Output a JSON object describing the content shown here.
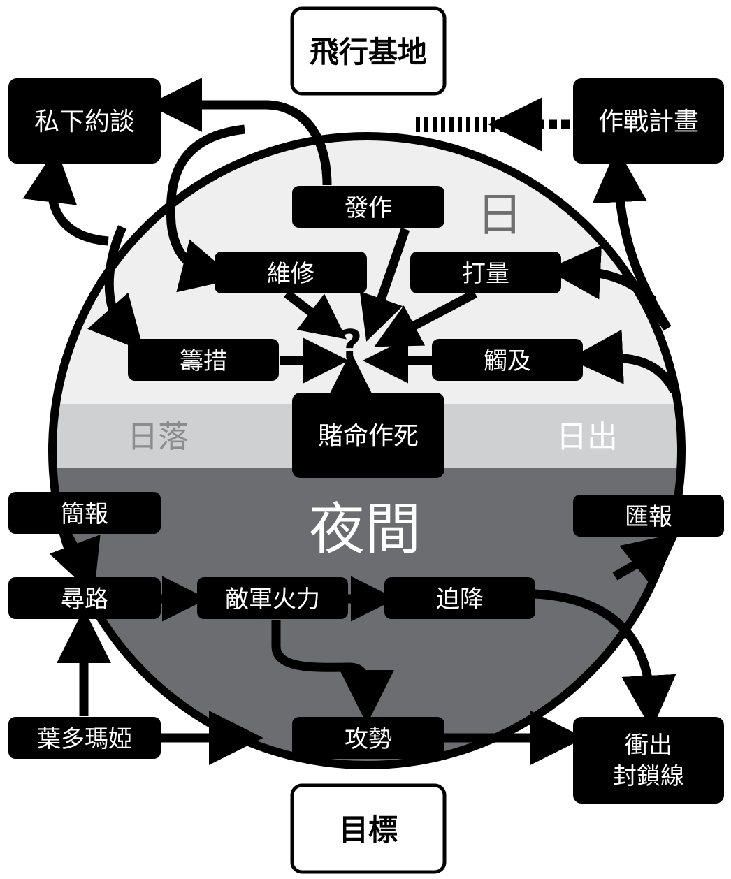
{
  "top_label": "飛行基地",
  "bottom_label": "目標",
  "zones": {
    "day": "日",
    "sunset": "日落",
    "sunrise": "日出",
    "night": "夜間",
    "question": "?"
  },
  "nodes": {
    "private_talk": "私下約談",
    "battle_plan": "作戰計畫",
    "episode": "發作",
    "repair": "維修",
    "size_up": "打量",
    "prepare": "籌措",
    "touch": "觸及",
    "gamble": "賭命作死",
    "briefing": "簡報",
    "report": "匯報",
    "pathfinding": "尋路",
    "enemy_fire": "敵軍火力",
    "forced_landing": "迫降",
    "yossarian": "葉多瑪婭",
    "assault": "攻勢",
    "breakout_line1": "衝出",
    "breakout_line2": "封鎖線"
  },
  "colors": {
    "day": "#efefef",
    "twilight": "#cfd0d2",
    "night": "#6c6d70",
    "box": "#000000",
    "box_text": "#ffffff",
    "day_text": "#6f6f6f",
    "sunset_text": "#8c8c8c",
    "night_text": "#ffffff"
  }
}
